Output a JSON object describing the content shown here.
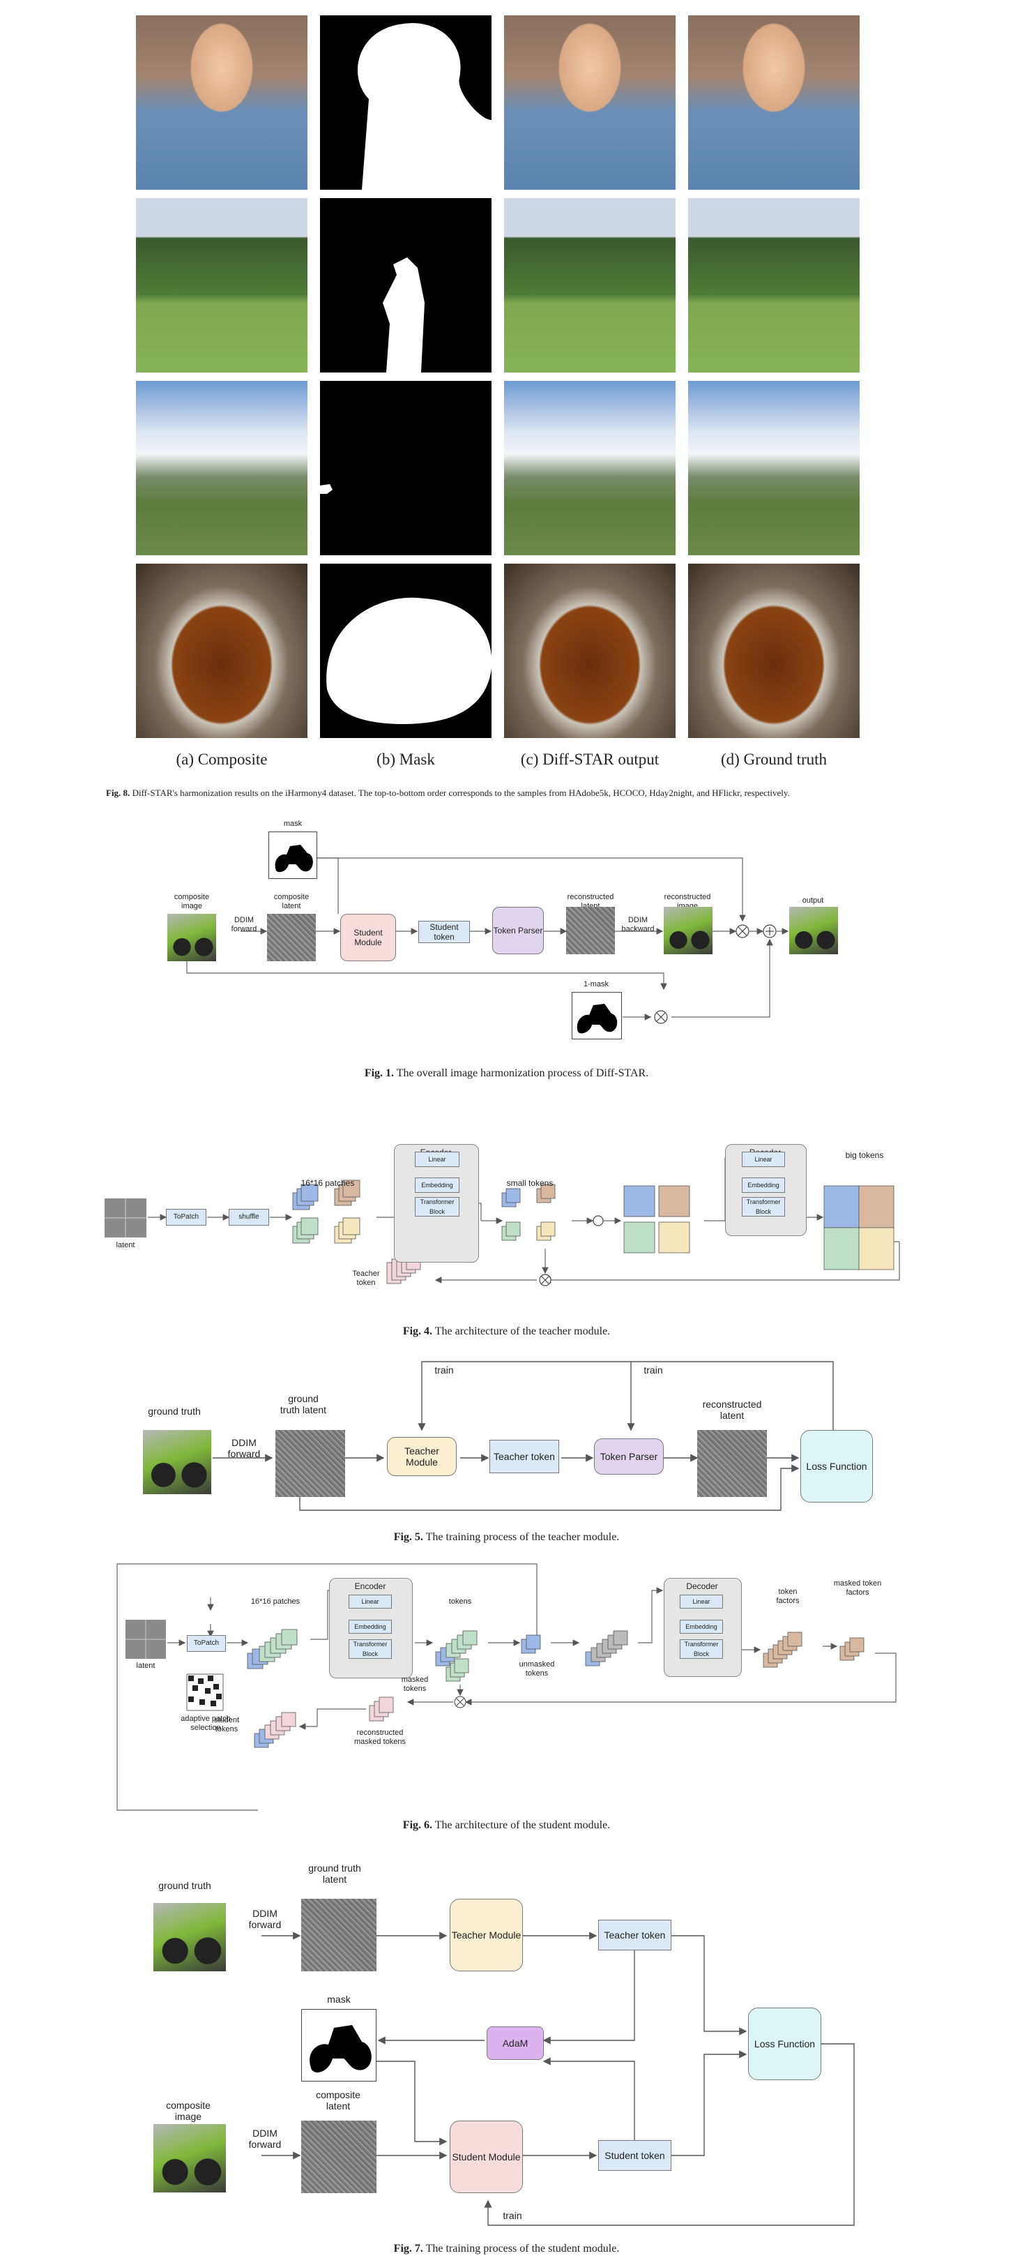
{
  "fig8": {
    "subcaptions": [
      "(a) Composite",
      "(b) Mask",
      "(c) Diff-STAR output",
      "(d) Ground truth"
    ],
    "label": "Fig. 8.",
    "caption": "Diff-STAR's harmonization results on the iHarmony4 dataset. The top-to-bottom order corresponds to the samples from HAdobe5k, HCOCO, Hday2night, and HFlickr, respectively."
  },
  "fig1": {
    "label": "Fig. 1.",
    "caption": "The overall image harmonization process of Diff-STAR.",
    "mask": "mask",
    "composite_image": "composite image",
    "ddim_forward": "DDIM forward",
    "composite_latent": "composite latent",
    "student_module": "Student Module",
    "student_token": "Student token",
    "token_parser": "Token Parser",
    "reconstructed_latent": "reconstructed latent",
    "ddim_backward": "DDIM backward",
    "reconstructed_image": "reconstructed image",
    "output": "output",
    "one_mask": "1-mask"
  },
  "fig4": {
    "label": "Fig. 4.",
    "caption": "The architecture of the teacher module.",
    "patches": "16*16 patches",
    "latent": "latent",
    "topatch": "ToPatch",
    "shuffle": "shuffle",
    "encoder": "Encoder",
    "linear": "Linear",
    "embedding": "Embedding",
    "transformer_block": "Transformer Block",
    "small_tokens": "small tokens",
    "decoder": "Decoder",
    "big_tokens": "big tokens",
    "teacher_token": "Teacher token"
  },
  "fig5": {
    "label": "Fig. 5.",
    "caption": "The training process of the teacher module.",
    "train1": "train",
    "train2": "train",
    "ground_truth": "ground truth",
    "ddim_forward": "DDIM forward",
    "gt_latent": "ground truth latent",
    "teacher_module": "Teacher Module",
    "teacher_token": "Teacher token",
    "token_parser": "Token Parser",
    "reconstructed_latent": "reconstructed latent",
    "loss_function": "Loss Function"
  },
  "fig6": {
    "label": "Fig. 6.",
    "caption": "The architecture of the student module.",
    "patches": "16*16 patches",
    "latent": "latent",
    "topatch": "ToPatch",
    "adaptive": "adaptive patch selection",
    "encoder": "Encoder",
    "linear": "Linear",
    "embedding": "Embedding",
    "transformer_block": "Transformer Block",
    "tokens": "tokens",
    "unmasked_tokens": "unmasked tokens",
    "masked_tokens": "masked tokens",
    "decoder": "Decoder",
    "token_factors": "token factors",
    "masked_token_factors": "masked token factors",
    "student_tokens": "student tokens",
    "recon_masked_tokens": "reconstructed masked tokens"
  },
  "fig7": {
    "label": "Fig. 7.",
    "caption": "The training process of the student module.",
    "ground_truth": "ground truth",
    "ddim_forward1": "DDIM forward",
    "gt_latent": "ground truth latent",
    "teacher_module": "Teacher Module",
    "teacher_token": "Teacher token",
    "mask": "mask",
    "adam": "AdaM",
    "loss_function": "Loss Function",
    "composite_image": "composite image",
    "ddim_forward2": "DDIM forward",
    "composite_latent": "composite latent",
    "student_module": "Student Module",
    "student_token": "Student token",
    "train": "train"
  }
}
